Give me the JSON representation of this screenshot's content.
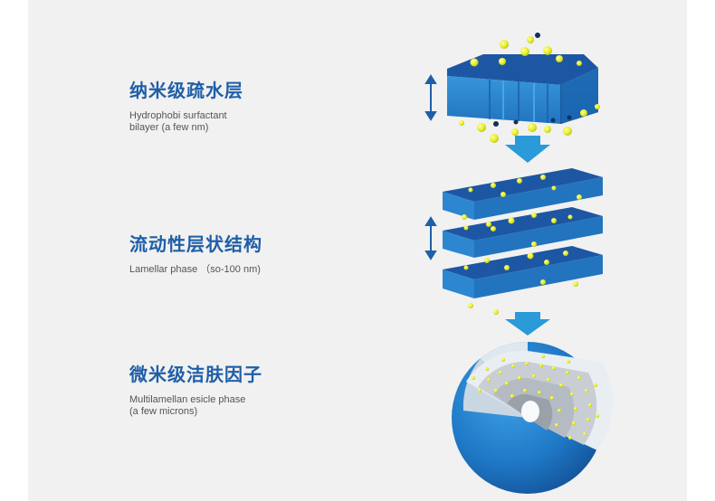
{
  "stages": [
    {
      "title_cn": "纳米级疏水层",
      "desc_line1": "Hydrophobi surfactant",
      "desc_line2": "bilayer (a few nm)"
    },
    {
      "title_cn": "流动性层状结构",
      "desc_line1": "Lamellar phase （so-100 nm)",
      "desc_line2": ""
    },
    {
      "title_cn": "微米级洁肤因子",
      "desc_line1": "Multilamellan esicle phase",
      "desc_line2": "(a few microns)"
    }
  ],
  "colors": {
    "panel_bg": "#f1f1f1",
    "title_blue": "#1f5fa8",
    "layer_top": "#1d57a3",
    "layer_front": "#2f8fd8",
    "arrow_blue": "#2a9ad8",
    "particle_yellow": "#e8ee2a"
  },
  "icons": [
    "double-arrow-icon",
    "down-arrow-icon"
  ]
}
